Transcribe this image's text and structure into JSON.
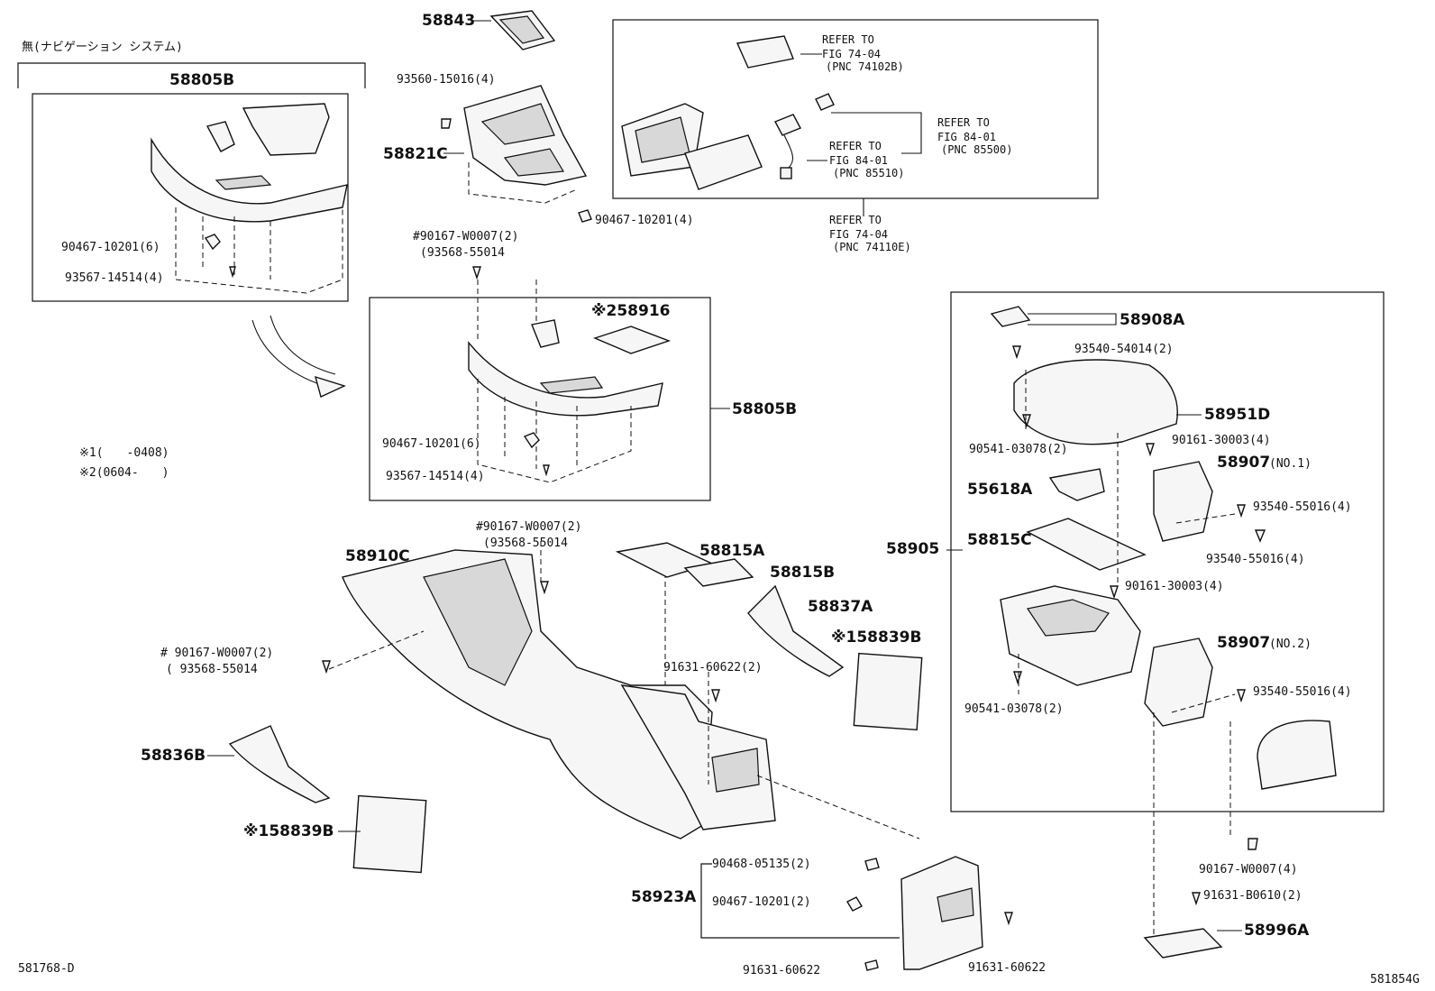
{
  "header_note": "無(ナビゲーション システム)",
  "notes": [
    "※1(　　-0408)",
    "※2(0604-　　)"
  ],
  "diagram_codes": {
    "left": "581768-D",
    "right": "581854G"
  },
  "refer": [
    {
      "line1": "REFER TO",
      "line2": "FIG 74-04",
      "line3": "(PNC 74102B)"
    },
    {
      "line1": "REFER TO",
      "line2": "FIG 84-01",
      "line3": "(PNC 85500)"
    },
    {
      "line1": "REFER TO",
      "line2": "FIG 84-01",
      "line3": "(PNC 85510)"
    },
    {
      "line1": "REFER TO",
      "line2": "FIG 74-04",
      "line3": "(PNC 74110E)"
    }
  ],
  "parts": {
    "p58805B_top": "58805B",
    "p58805B_mid": "58805B",
    "p58843": "58843",
    "p93560": "93560-15016(4)",
    "p58821C": "58821C",
    "p90467_4": "90467-10201(4)",
    "p90467_6a": "90467-10201(6)",
    "p93567_a": "93567-14514(4)",
    "p90167_a": "#90167-W0007(2)",
    "p93568_a": "(93568-55014",
    "p58916": "※258916",
    "p90467_6b": "90467-10201(6)",
    "p93567_b": "93567-14514(4)",
    "p90167_b": "#90167-W0007(2)",
    "p93568_b": "(93568-55014",
    "p58910C": "58910C",
    "p58815A": "58815A",
    "p58815B": "58815B",
    "p58837A": "58837A",
    "p58839B_1": "※158839B",
    "p90167_c": "# 90167-W0007(2)",
    "p93568_c": "( 93568-55014",
    "p91631_60622_2": "91631-60622(2)",
    "p58836B": "58836B",
    "p58839B_2": "※158839B",
    "p90468": "90468-05135(2)",
    "p58923A": "58923A",
    "p90467_2": "90467-10201(2)",
    "p91631_a": "91631-60622",
    "p91631_b": "91631-60622",
    "p58908A": "58908A",
    "p93540_54014": "93540-54014(2)",
    "p58951D": "58951D",
    "p90541_a": "90541-03078(2)",
    "p90161_a": "90161-30003(4)",
    "p58907_1": "58907",
    "p58907_1_no": "(NO.1)",
    "p55618A": "55618A",
    "p93540_55016_a": "93540-55016(4)",
    "p58905": "58905",
    "p58815C": "58815C",
    "p93540_55016_b": "93540-55016(4)",
    "p90161_b": "90161-30003(4)",
    "p58907_2": "58907",
    "p58907_2_no": "(NO.2)",
    "p93540_55016_c": "93540-55016(4)",
    "p90541_b": "90541-03078(2)",
    "p90167_4": "90167-W0007(4)",
    "p91631_B0610": "91631-B0610(2)",
    "p58996A": "58996A"
  }
}
